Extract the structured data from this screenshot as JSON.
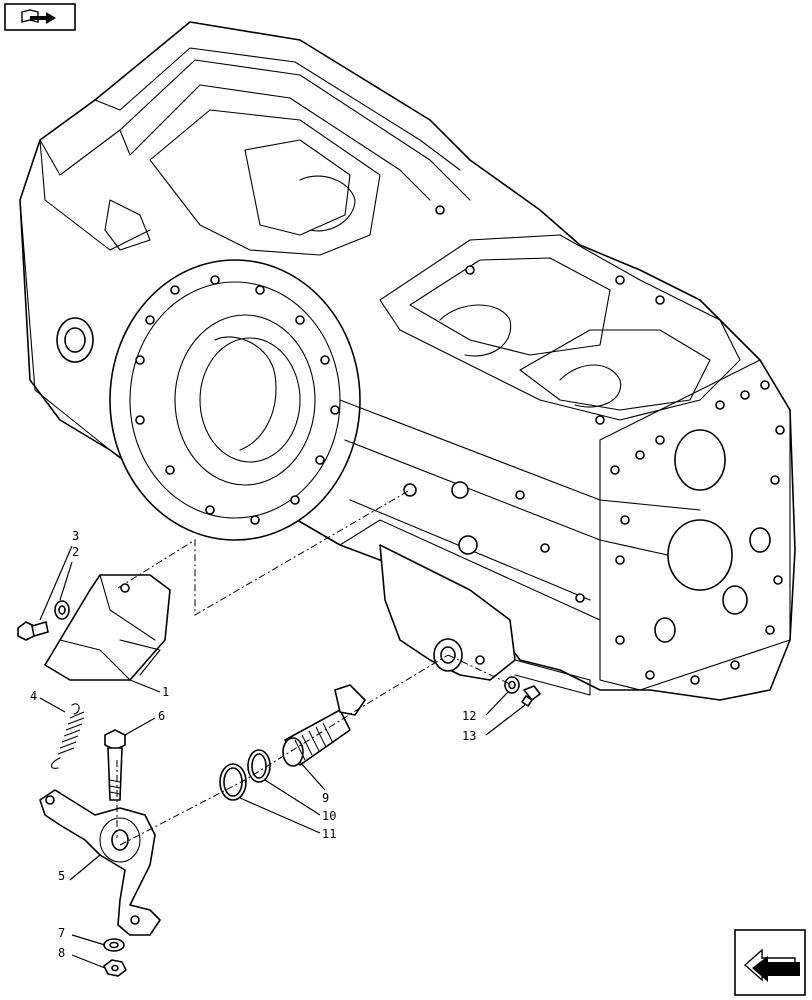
{
  "callouts": [
    {
      "id": "1",
      "text": "1"
    },
    {
      "id": "2",
      "text": "2"
    },
    {
      "id": "3",
      "text": "3"
    },
    {
      "id": "4",
      "text": "4"
    },
    {
      "id": "5",
      "text": "5"
    },
    {
      "id": "6",
      "text": "6"
    },
    {
      "id": "7",
      "text": "7"
    },
    {
      "id": "8",
      "text": "8"
    },
    {
      "id": "9",
      "text": "9"
    },
    {
      "id": "10",
      "text": "10"
    },
    {
      "id": "11",
      "text": "11"
    },
    {
      "id": "12",
      "text": "12"
    },
    {
      "id": "13",
      "text": "13"
    }
  ],
  "icons": {
    "top_left": "book-arrow-icon",
    "bottom_right": "next-page-arrow-icon"
  },
  "colors": {
    "line": "#000000",
    "background": "#ffffff"
  }
}
